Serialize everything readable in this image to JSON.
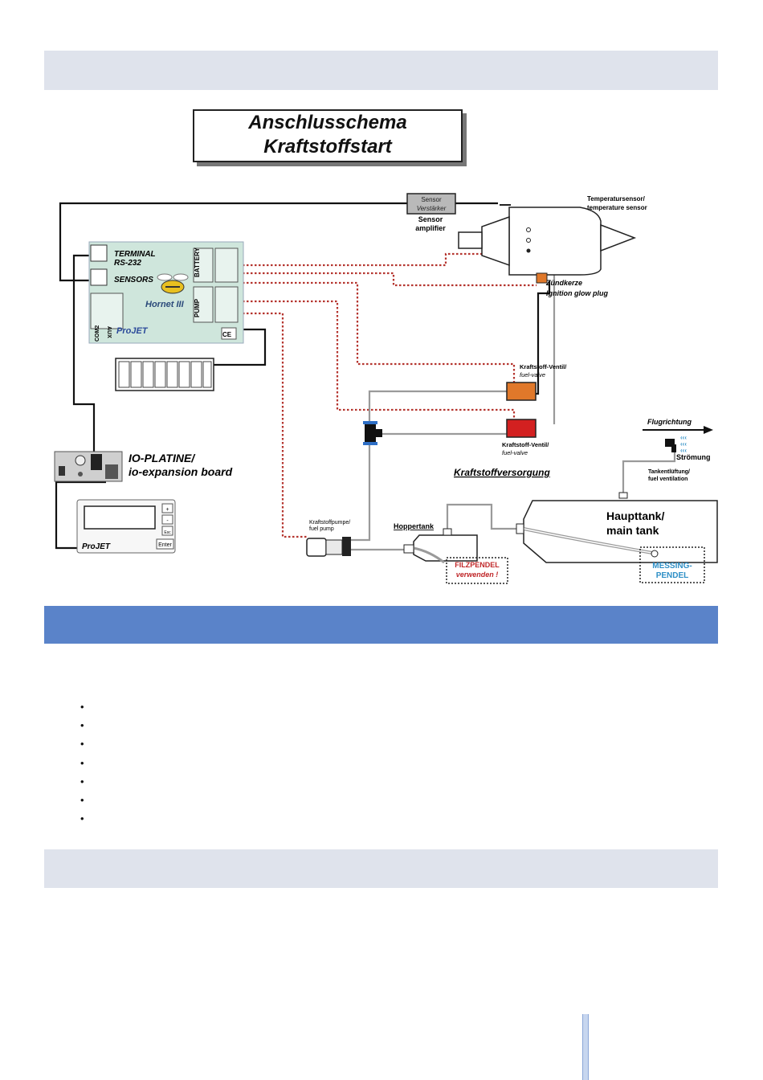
{
  "title": {
    "line1": "Anschlusschema",
    "line2": "Kraftstoffstart"
  },
  "ecu": {
    "terminal": "TERMINAL",
    "rs232": "RS-232",
    "sensors": "SENSORS",
    "battery": "BATTERY",
    "pump": "PUMP",
    "aux": "AUX",
    "com2": "COM2",
    "brand": "ProJET",
    "ce": "CE",
    "script": "Hornet III"
  },
  "sensor_box": {
    "line1": "Sensor",
    "line2": "Verstärker",
    "label1": "Sensor",
    "label2": "amplifier"
  },
  "temp_sensor": {
    "line1": "Temperatursensor/",
    "line2": "temperature sensor"
  },
  "glow_plug": {
    "line1": "Zündkerze",
    "line2": "Ignition glow plug"
  },
  "valve_orange": {
    "line1": "Kraftstoff-Ventil/",
    "line2": "fuel-valve"
  },
  "valve_red": {
    "line1": "Kraftstoff-Ventil/",
    "line2": "fuel-valve"
  },
  "io_board": {
    "line1": "IO-PLATINE/",
    "line2": "io-expansion board"
  },
  "display": {
    "brand": "ProJET",
    "btn_plus": "+",
    "btn_minus": "-",
    "btn_esc": "Esc",
    "btn_enter": "Enter"
  },
  "fuel_supply": "Kraftstoffversorgung",
  "flight_direction": "Flugrichtung",
  "flow": "Strömung",
  "tank_vent": {
    "line1": "Tankentlüftung/",
    "line2": "fuel ventilation"
  },
  "main_tank": {
    "line1": "Haupttank/",
    "line2": "main tank"
  },
  "hopper": "Hoppertank",
  "pump": {
    "line1": "Kraftstoffpumpe/",
    "line2": "fuel pump"
  },
  "felt_pendel": {
    "line1": "FILZPENDEL",
    "line2": "verwenden !"
  },
  "brass_pendel": {
    "line1": "MESSING-",
    "line2": "PENDEL"
  },
  "colors": {
    "accent_blue": "#5a83c9",
    "light_band": "#dfe3ec",
    "board_green": "#cfe6dc",
    "signal_red": "#b5352f",
    "valve_orange": "#e0782a",
    "valve_red": "#d32020",
    "felt_text": "#c0282a",
    "brass_text": "#2e8fc6"
  }
}
